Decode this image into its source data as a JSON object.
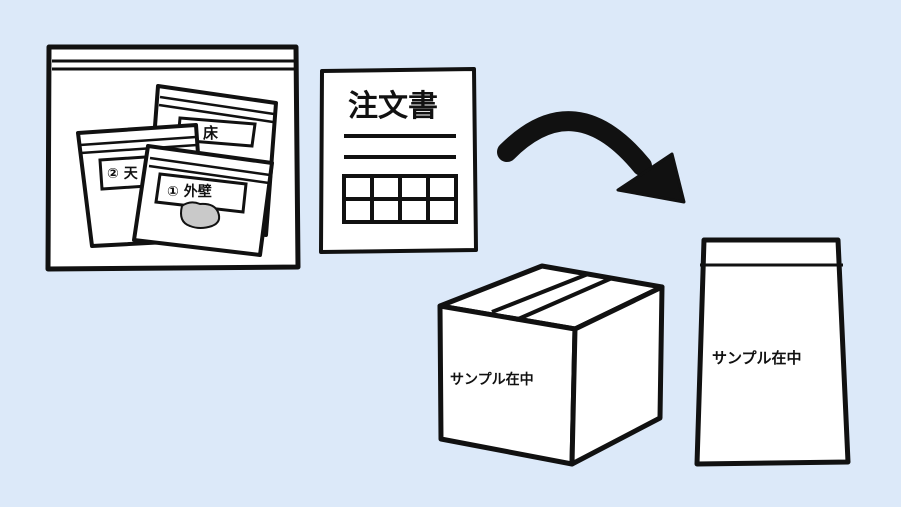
{
  "sample_bag": {
    "labels": {
      "outer_wall": "① 外壁",
      "ceiling": "② 天",
      "floor": "床"
    }
  },
  "order_form": {
    "title": "注文書"
  },
  "cardboard_box": {
    "label": "サンプル在中"
  },
  "envelope": {
    "label": "サンプル在中"
  },
  "colors": {
    "background": "#dce9f9",
    "outline": "#111111",
    "fill": "#ffffff"
  }
}
